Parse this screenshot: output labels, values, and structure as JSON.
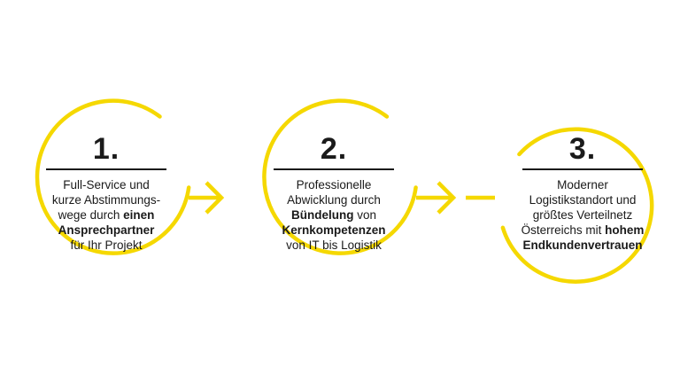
{
  "colors": {
    "accent": "#F5D800",
    "text": "#1a1a1a",
    "background": "#ffffff"
  },
  "steps": [
    {
      "number": "1.",
      "lines": [
        [
          {
            "t": "Full-Service und",
            "b": false
          }
        ],
        [
          {
            "t": "kurze Abstimmungs-",
            "b": false
          }
        ],
        [
          {
            "t": "wege durch ",
            "b": false
          },
          {
            "t": "einen",
            "b": true
          }
        ],
        [
          {
            "t": "Ansprechpartner",
            "b": true
          }
        ],
        [
          {
            "t": "für Ihr Projekt",
            "b": false
          }
        ]
      ]
    },
    {
      "number": "2.",
      "lines": [
        [
          {
            "t": "Professionelle",
            "b": false
          }
        ],
        [
          {
            "t": "Abwicklung durch",
            "b": false
          }
        ],
        [
          {
            "t": "Bündelung",
            "b": true
          },
          {
            "t": " von",
            "b": false
          }
        ],
        [
          {
            "t": "Kernkompetenzen",
            "b": true
          }
        ],
        [
          {
            "t": "von IT bis Logistik",
            "b": false
          }
        ]
      ]
    },
    {
      "number": "3.",
      "lines": [
        [
          {
            "t": "Moderner",
            "b": false
          }
        ],
        [
          {
            "t": "Logistikstandort und",
            "b": false
          }
        ],
        [
          {
            "t": "größtes Verteilnetz",
            "b": false
          }
        ],
        [
          {
            "t": "Österreichs mit ",
            "b": false
          },
          {
            "t": "hohem",
            "b": true
          }
        ],
        [
          {
            "t": "Endkundenvertrauen",
            "b": true
          }
        ]
      ]
    }
  ]
}
